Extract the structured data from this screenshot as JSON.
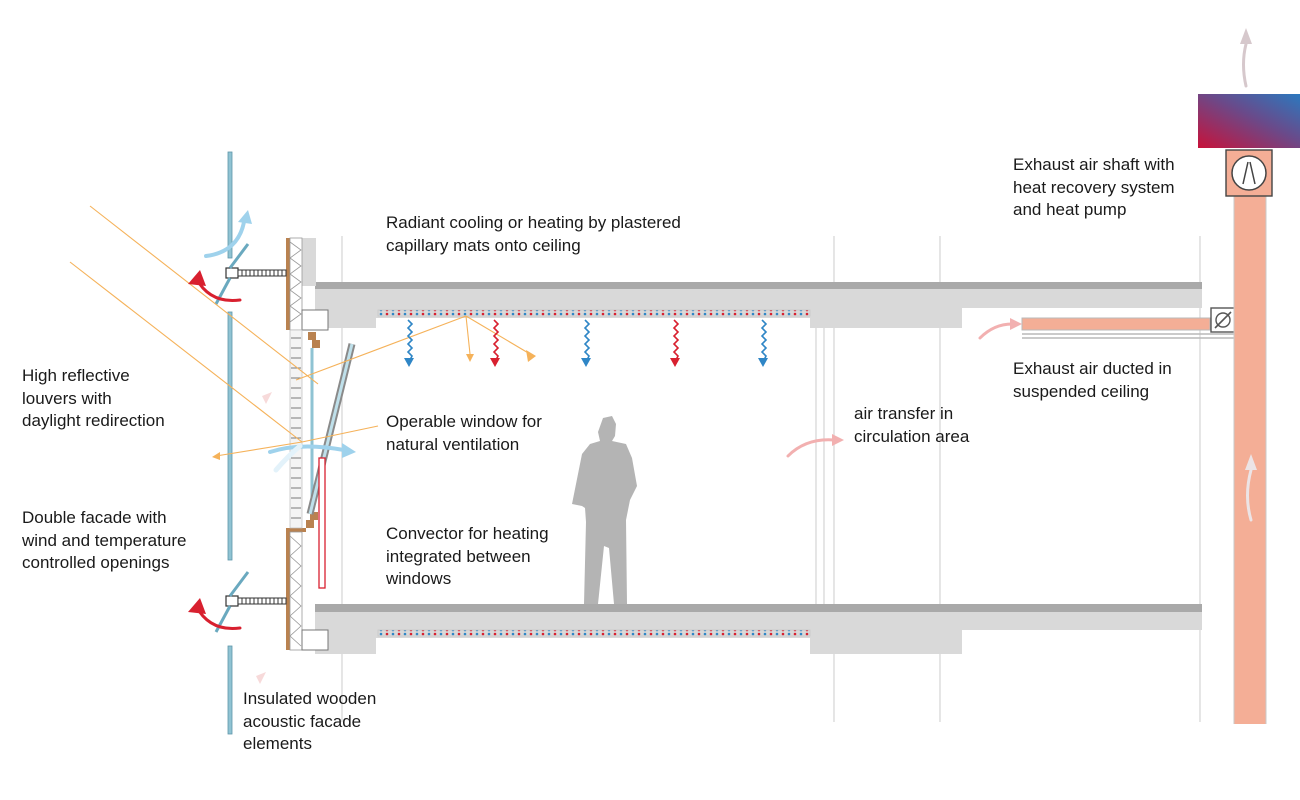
{
  "colors": {
    "slab": "#d9d9d9",
    "slab_top": "#a9a9a9",
    "glass": "#8fc3d3",
    "wood": "#b98250",
    "duct": "#f4ae96",
    "cold": "#2f86c6",
    "warm": "#d8202f",
    "light": "#f5b25a",
    "air_light": "#9fd2ec",
    "human": "#b4b4b4",
    "warm_air": "#f2b0b0"
  },
  "labels": {
    "radiant": [
      "Radiant cooling or heating by plastered",
      "capillary mats onto ceiling"
    ],
    "exhaust_shaft": [
      "Exhaust air shaft with",
      "heat recovery system",
      "and heat pump"
    ],
    "exhaust_duct": [
      "Exhaust air ducted in",
      "suspended ceiling"
    ],
    "louvers": [
      "High reflective",
      "louvers with",
      "daylight redirection"
    ],
    "operable_window": [
      "Operable window for",
      "natural ventilation"
    ],
    "air_transfer": [
      "air transfer in",
      "circulation area"
    ],
    "double_facade": [
      "Double facade with",
      "wind and temperature",
      "controlled openings"
    ],
    "convector": [
      "Convector for heating",
      "integrated between",
      "windows"
    ],
    "wooden_elements": [
      "Insulated wooden",
      "acoustic facade",
      "elements"
    ]
  }
}
